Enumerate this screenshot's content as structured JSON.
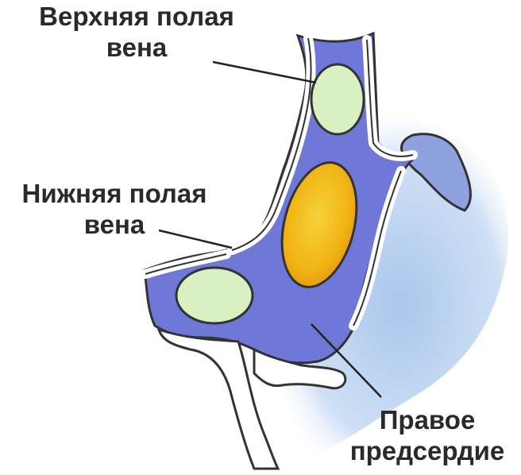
{
  "labels": {
    "superior_vena_cava": {
      "line1": "Верхняя полая",
      "line2": "вена"
    },
    "inferior_vena_cava": {
      "line1": "Нижняя полая",
      "line2": "вена"
    },
    "right_atrium": {
      "line1": "Правое",
      "line2": "предсердие"
    }
  },
  "colors": {
    "vessel_blue": "#6f78d6",
    "vessel_outline": "#333333",
    "wall_white": "#ffffff",
    "vena_green": "#d9f0c2",
    "orange_oval": "#f5c417",
    "orange_oval_edge": "#c98a12",
    "background_light_blue": "#bfd6ef"
  }
}
